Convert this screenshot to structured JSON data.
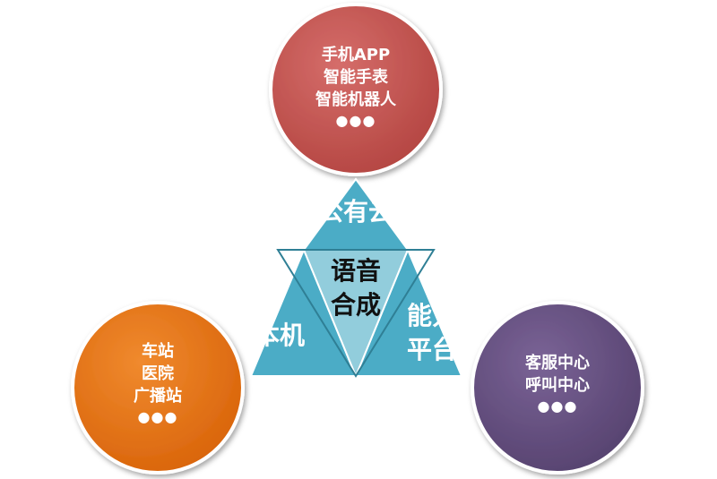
{
  "circles": {
    "top": {
      "lines": [
        "手机APP",
        "智能手表",
        "智能机器人"
      ],
      "dots": "●●●",
      "color": "#c0504d"
    },
    "left": {
      "lines": [
        "车站",
        "医院",
        "广播站"
      ],
      "dots": "●●●",
      "color": "#e46c0a"
    },
    "right": {
      "lines": [
        "客服中心",
        "呼叫中心"
      ],
      "dots": "●●●",
      "color": "#604a7b"
    }
  },
  "triangle": {
    "top": {
      "lines": [
        "公有云"
      ]
    },
    "left": {
      "lines": [
        "本机"
      ]
    },
    "right": {
      "lines": [
        "能力",
        "平台"
      ]
    },
    "center": {
      "lines": [
        "语音",
        "合成"
      ]
    },
    "outer_color": "#4bacc6",
    "inner_color": "#92cddc"
  }
}
